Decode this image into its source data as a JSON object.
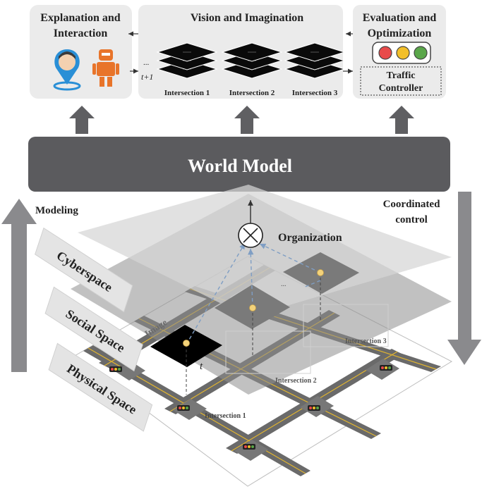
{
  "panels": {
    "explanation": {
      "title_line1": "Explanation and",
      "title_line2": "Interaction",
      "icons": [
        "person-location-icon",
        "robot-icon"
      ]
    },
    "vision": {
      "title": "Vision and Imagination",
      "ellipsis": "...",
      "time_label": "t+1",
      "intersections": [
        "Intersection 1",
        "Intersection 2",
        "Intersection 3"
      ]
    },
    "evaluation": {
      "title_line1": "Evaluation and",
      "title_line2": "Optimization",
      "light_colors": [
        "#e84a4a",
        "#f2bf2a",
        "#5aa64a"
      ],
      "controller_line1": "Traffic",
      "controller_line2": "Controller"
    }
  },
  "world_model": {
    "label": "World Model"
  },
  "side_labels": {
    "modeling": "Modeling",
    "coordinated_line1": "Coordinated",
    "coordinated_line2": "control"
  },
  "layers": {
    "cyberspace": "Cyberspace",
    "social": "Social Space",
    "physical": "Physical Space"
  },
  "annotations": {
    "organization": "Organization",
    "image": "Image",
    "time": "t",
    "ellipsis": "...",
    "intersection_1": "Intersection 1",
    "intersection_2": "Intersection 2",
    "intersection_3": "Intersection 3"
  },
  "colors": {
    "panel_bg": "#ebebeb",
    "world_model_bg": "#5b5b5e",
    "arrow_dark": "#5f5f62",
    "side_arrow": "#8a8a8d"
  }
}
